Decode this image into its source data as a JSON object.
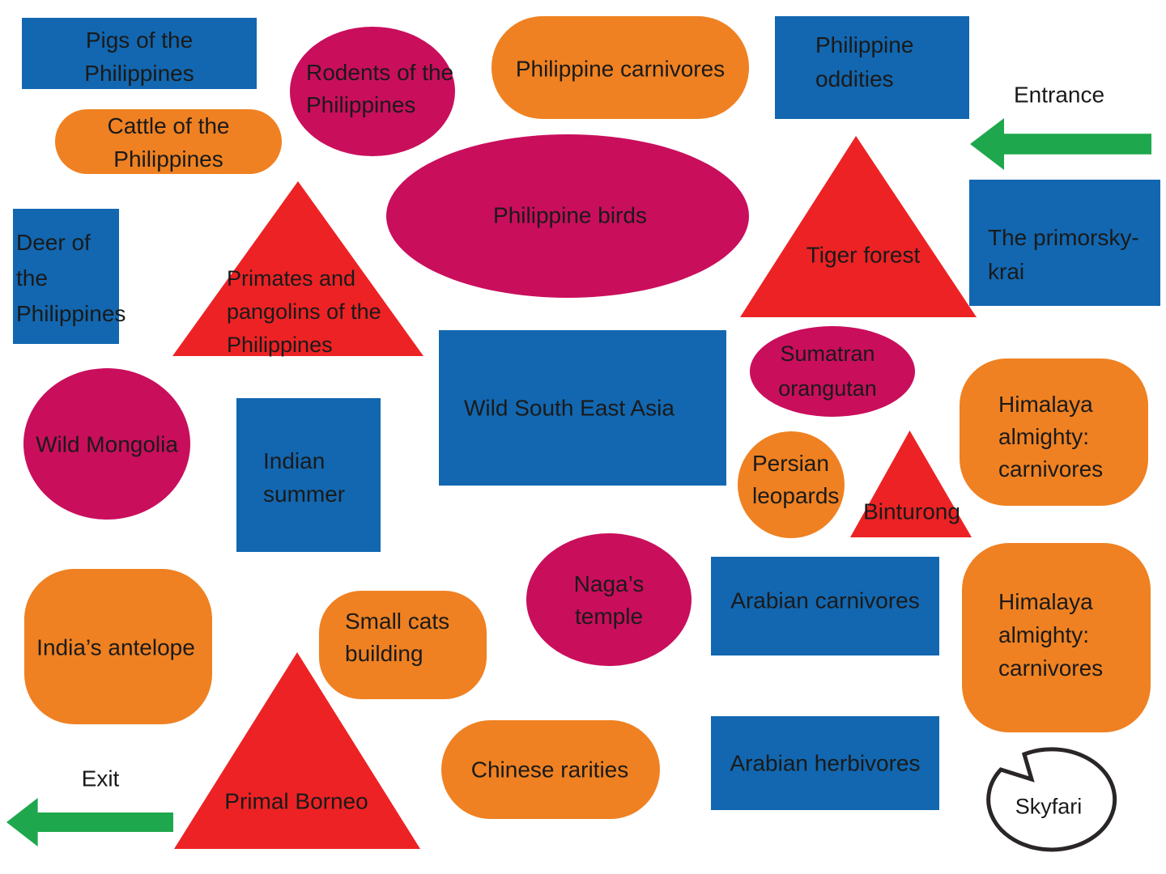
{
  "colors": {
    "blue": "#1267b0",
    "orange": "#ef8122",
    "pink": "#c90e5c",
    "red": "#ed2224",
    "green": "#1ea74d",
    "outline": "#2a2627",
    "text": "#1a1a1a",
    "background": "#ffffff"
  },
  "areas": {
    "pigs": {
      "label": "Pigs of the\nPhilippines",
      "shape": "rectangle",
      "color": "blue"
    },
    "cattle": {
      "label": "Cattle of the\nPhilippines",
      "shape": "pill",
      "color": "orange"
    },
    "rodents": {
      "label": "Rodents of the\nPhilippines",
      "shape": "ellipse",
      "color": "pink"
    },
    "phil_carnivores": {
      "label": "Philippine carnivores",
      "shape": "pill",
      "color": "orange"
    },
    "phil_oddities": {
      "label": "Philippine\noddities",
      "shape": "rectangle",
      "color": "blue"
    },
    "birds": {
      "label": "Philippine birds",
      "shape": "ellipse",
      "color": "pink"
    },
    "tiger": {
      "label": "Tiger forest",
      "shape": "triangle",
      "color": "red"
    },
    "primorsky": {
      "label": "The primorsky-\nkrai",
      "shape": "rectangle",
      "color": "blue"
    },
    "deer": {
      "label": "Deer of\nthe\nPhilippines",
      "shape": "rectangle",
      "color": "blue"
    },
    "primates": {
      "label": "Primates and\npangolins of the\nPhilippines",
      "shape": "triangle",
      "color": "red"
    },
    "mongolia": {
      "label": "Wild Mongolia",
      "shape": "ellipse",
      "color": "pink"
    },
    "indian_summer": {
      "label": "Indian\nsummer",
      "shape": "rectangle",
      "color": "blue"
    },
    "wsea": {
      "label": "Wild South East Asia",
      "shape": "rectangle",
      "color": "blue"
    },
    "sumatran": {
      "label": "Sumatran\norangutan",
      "shape": "ellipse",
      "color": "pink"
    },
    "persian": {
      "label": "Persian\nleopards",
      "shape": "ellipse",
      "color": "orange"
    },
    "binturong": {
      "label": "Binturong",
      "shape": "triangle",
      "color": "red"
    },
    "himalaya_top": {
      "label": "Himalaya\nalmighty:\ncarnivores",
      "shape": "rounded",
      "color": "orange"
    },
    "nagas": {
      "label": "Naga’s\ntemple",
      "shape": "ellipse",
      "color": "pink"
    },
    "arabian_carn": {
      "label": "Arabian carnivores",
      "shape": "rectangle",
      "color": "blue"
    },
    "himalaya_bottom": {
      "label": "Himalaya\nalmighty:\ncarnivores",
      "shape": "rounded",
      "color": "orange"
    },
    "india_antelope": {
      "label": "India’s antelope",
      "shape": "rounded",
      "color": "orange"
    },
    "small_cats": {
      "label": "Small cats\nbuilding",
      "shape": "rounded",
      "color": "orange"
    },
    "primal": {
      "label": "Primal Borneo",
      "shape": "triangle",
      "color": "red"
    },
    "chinese": {
      "label": "Chinese rarities",
      "shape": "pill",
      "color": "orange"
    },
    "arabian_herb": {
      "label": "Arabian herbivores",
      "shape": "rectangle",
      "color": "blue"
    }
  },
  "markers": {
    "entrance": {
      "label": "Entrance",
      "icon": "arrow-left"
    },
    "exit": {
      "label": "Exit",
      "icon": "arrow-left"
    },
    "skyfari": {
      "label": "Skyfari",
      "icon": "notched-circle"
    }
  }
}
